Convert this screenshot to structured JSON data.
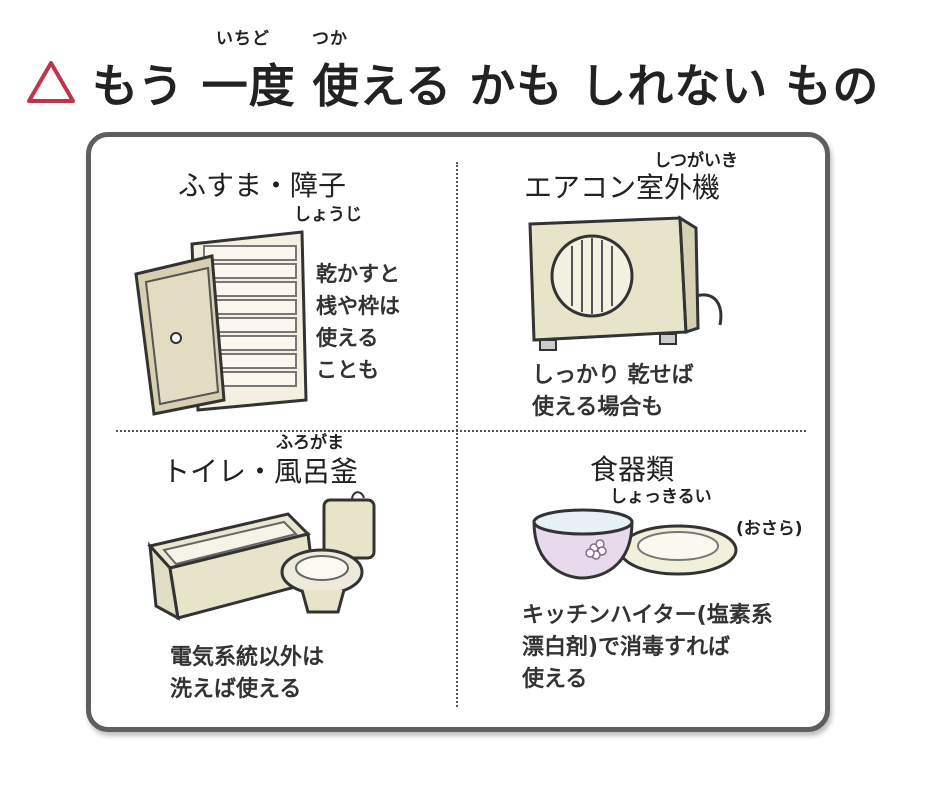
{
  "title": {
    "ruby_ichido": "いちど",
    "ruby_tsuka": "つか",
    "text": "もう 一度 使える かも しれない もの",
    "marker_color": "#c0334a"
  },
  "cells": {
    "fusuma": {
      "title": "ふすま・障子",
      "ruby": "しょうじ",
      "note_lines": [
        "乾かすと",
        "桟や枠は",
        "使える",
        "ことも"
      ]
    },
    "aircon": {
      "title": "エアコン室外機",
      "ruby": "しつがいき",
      "note_lines": [
        "しっかり 乾せば",
        "使える場合も"
      ]
    },
    "toilet": {
      "title": "トイレ・風呂釜",
      "ruby": "ふろがま",
      "note_lines": [
        "電気系統以外は",
        "洗えば使える"
      ]
    },
    "dishes": {
      "title": "食器類",
      "ruby": "しょっきるい",
      "plate_label": "(おさら)",
      "note_lines": [
        "キッチンハイター(塩素系",
        "漂白剤)で消毒すれば",
        "使える"
      ]
    }
  },
  "colors": {
    "panel_border": "#5e5e5e",
    "illustration_tint": "#e7e4c9",
    "door_tint": "#d8cfb0"
  }
}
